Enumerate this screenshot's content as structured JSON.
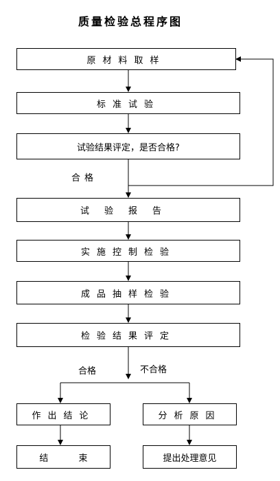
{
  "title": "质量检验总程序图",
  "nodes": {
    "sampling": "原材料取样",
    "standard_test": "标准试验",
    "evaluate": "试验结果评定，是否合格?",
    "report": "试验报告",
    "process_check": "实施控制检验",
    "product_sampling": "成品抽样检验",
    "result_eval": "检验结果评定",
    "conclusion": "作出结论",
    "analysis": "分析原因",
    "end": "结 束",
    "opinion": "提出处理意见"
  },
  "edge_labels": {
    "pass_1": "合格",
    "pass_2": "合格",
    "fail": "不合格"
  }
}
